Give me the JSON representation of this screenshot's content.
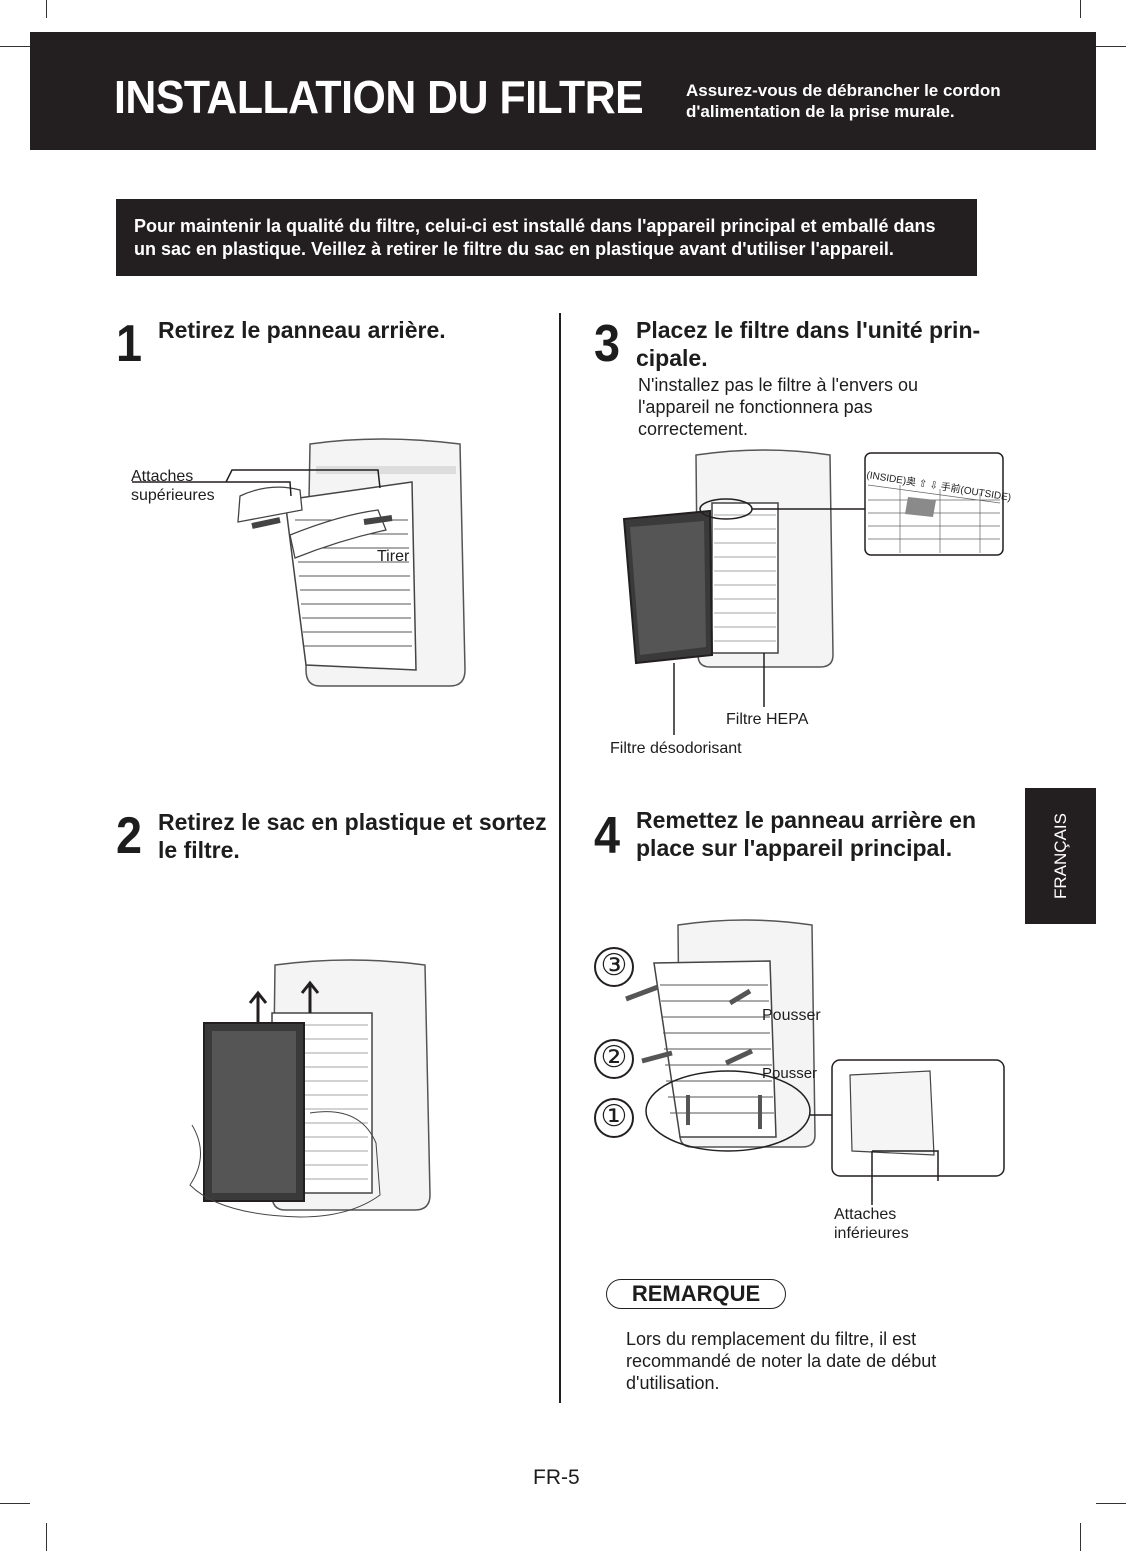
{
  "header": {
    "title": "INSTALLATION DU FILTRE",
    "note": "Assurez-vous de débrancher le cordon d'alimentation de la prise murale."
  },
  "notice": "Pour maintenir la qualité du filtre, celui-ci est installé dans l'appareil principal et emballé dans un sac en plastique. Veillez à retirer le filtre du sac en plastique avant d'utiliser l'appareil.",
  "steps": [
    {
      "number": "1",
      "title": "Retirez le panneau arrière.",
      "labels": {
        "top_latches": "Attaches\nsupérieures",
        "pull": "Tirer"
      }
    },
    {
      "number": "2",
      "title": "Retirez le sac en plastique et sortez le filtre."
    },
    {
      "number": "3",
      "title": "Placez le filtre dans l'unité prin-cipale.",
      "text": "N'installez pas le filtre à l'envers ou l'appareil ne fonctionnera pas correctement.",
      "labels": {
        "hepa": "Filtre HEPA",
        "deodorizing": "Filtre désodorisant",
        "orientation": "(INSIDE)奥 ⇧ ⇩ 手前(OUTSIDE)"
      }
    },
    {
      "number": "4",
      "title": "Remettez le panneau arrière en place sur l'appareil principal.",
      "labels": {
        "push_1": "Pousser",
        "push_2": "Pousser",
        "bottom_latches": "Attaches\ninférieures"
      },
      "sequence": [
        "③",
        "②",
        "①"
      ]
    }
  ],
  "remark": {
    "heading": "REMARQUE",
    "text": "Lors du remplacement du filtre, il est recommandé de noter la date de début d'utilisation."
  },
  "side_tab": "FRANÇAIS",
  "page_number": "FR-5"
}
